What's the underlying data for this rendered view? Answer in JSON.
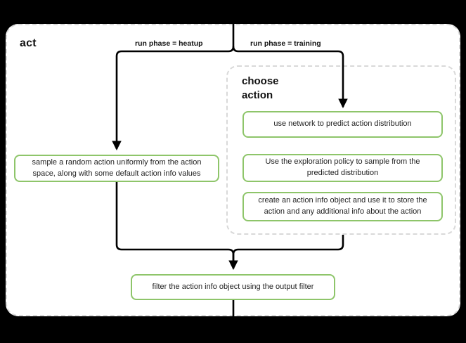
{
  "diagram": {
    "title": "act",
    "subgroup_title": "choose\naction",
    "colors": {
      "process_border": "#8ec56a",
      "container_border": "#d9d9d9",
      "edge": "#000000",
      "background": "#000000",
      "panel": "#ffffff"
    }
  },
  "edges": [
    {
      "name": "heatup-branch",
      "label": "run phase = heatup"
    },
    {
      "name": "training-branch",
      "label": "run phase = training"
    }
  ],
  "nodes": {
    "sample": "sample a random action uniformly from the action space, along with some default action info values",
    "network": "use network to predict action distribution",
    "explore": "Use the exploration policy to sample from the predicted distribution",
    "create": "create an action info object and use it to store the action and any additional info about the action",
    "filter": "filter the action info object using the output filter"
  }
}
